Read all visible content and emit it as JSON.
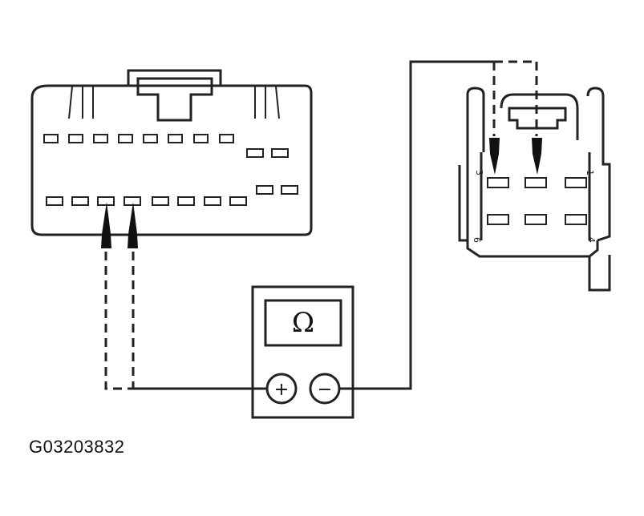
{
  "figure": {
    "reference_code": "G03203832"
  },
  "meter": {
    "display_symbol": "Ω",
    "positive_symbol": "+",
    "negative_symbol": "−"
  },
  "right_connector": {
    "pin_labels": [
      "3",
      "1",
      "6",
      "4"
    ]
  }
}
